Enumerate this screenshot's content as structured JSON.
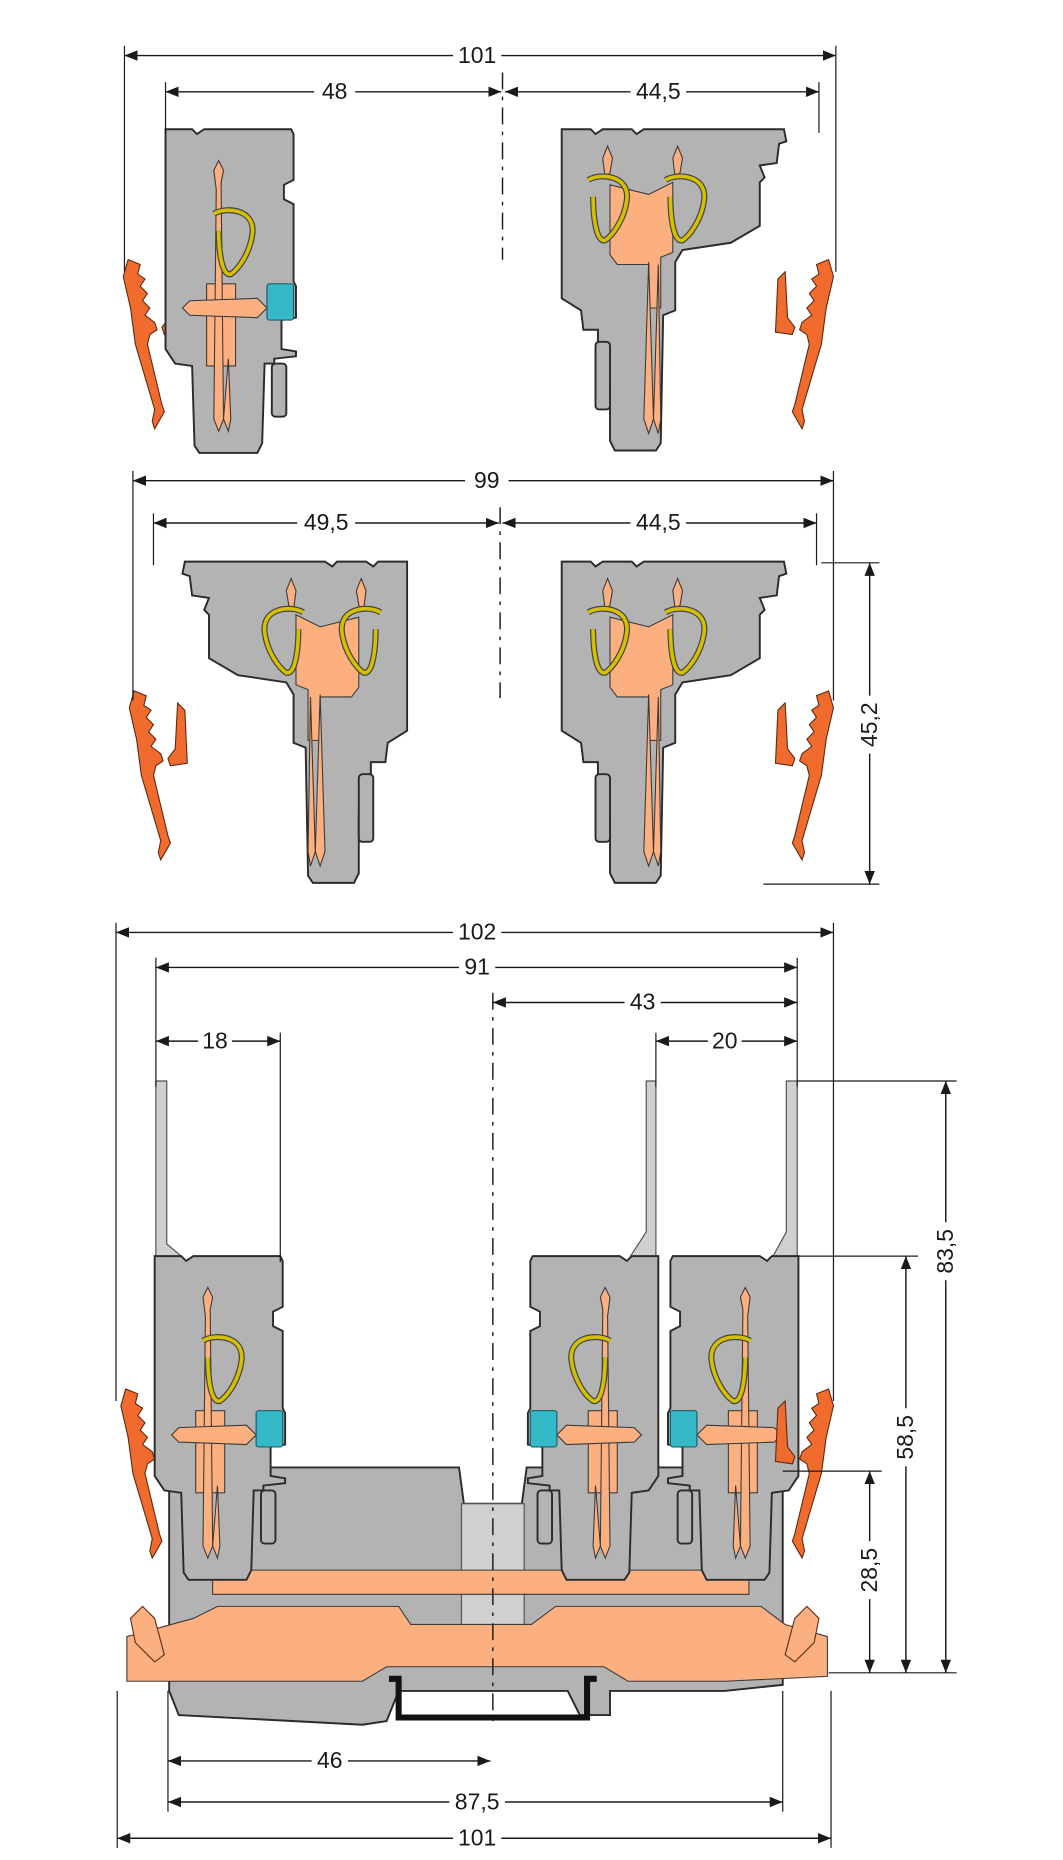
{
  "drawing": {
    "colors": {
      "housing": "#b3b3b3",
      "contact": "#fdb07f",
      "lever": "#f26b2e",
      "release": "#35b8c8",
      "spring": "#d4c000"
    },
    "view1": {
      "overall": "101",
      "left": "48",
      "right": "44,5"
    },
    "view2": {
      "overall": "99",
      "left": "49,5",
      "right": "44,5",
      "height": "45,2"
    },
    "view3": {
      "top_overall": "102",
      "top_inner": "91",
      "right_half": "43",
      "left_module": "18",
      "right_module": "20",
      "height_total": "83,5",
      "height_module": "58,5",
      "height_base": "28,5",
      "bottom_half": "46",
      "bottom_inner": "87,5",
      "bottom_overall": "101"
    }
  }
}
